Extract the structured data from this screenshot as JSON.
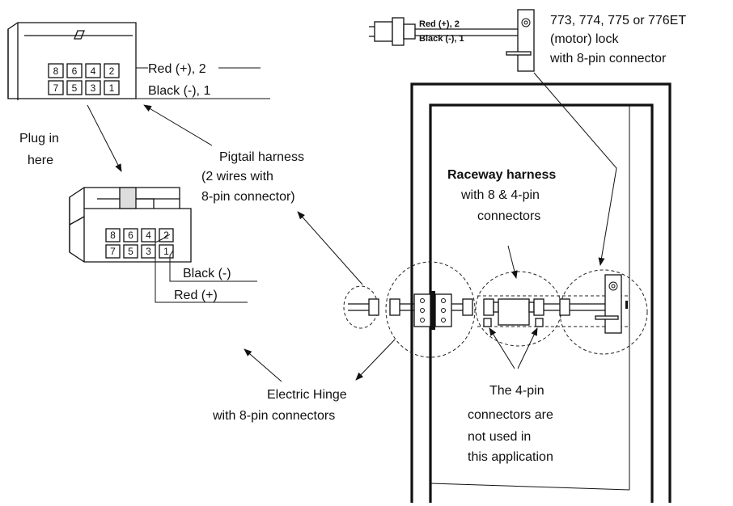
{
  "top_connector": {
    "pins_top": [
      "8",
      "6",
      "4",
      "2"
    ],
    "pins_bottom": [
      "7",
      "5",
      "3",
      "1"
    ],
    "wire_red": "Red (+), 2",
    "wire_black": "Black (-), 1"
  },
  "plug_in_label": [
    "Plug in",
    "here"
  ],
  "pigtail_label": [
    "Pigtail harness",
    "(2 wires with",
    "8-pin connector)"
  ],
  "mid_connector": {
    "pins_top": [
      "8",
      "6",
      "4",
      "2"
    ],
    "pins_bottom": [
      "7",
      "5",
      "3",
      "1"
    ],
    "wire_black": "Black (-)",
    "wire_red": "Red (+)"
  },
  "lock": {
    "wire_red": "Red (+), 2",
    "wire_black": "Black (-), 1",
    "label": [
      "773, 774, 775 or 776ET",
      "(motor) lock",
      "with 8-pin connector"
    ]
  },
  "raceway": {
    "title": "Raceway harness",
    "desc": [
      "with 8 & 4-pin",
      "connectors"
    ]
  },
  "hinge_label": [
    "Electric Hinge",
    "with 8-pin connectors"
  ],
  "four_pin_note": [
    "The 4-pin",
    "connectors are",
    "not used in",
    "this application"
  ]
}
